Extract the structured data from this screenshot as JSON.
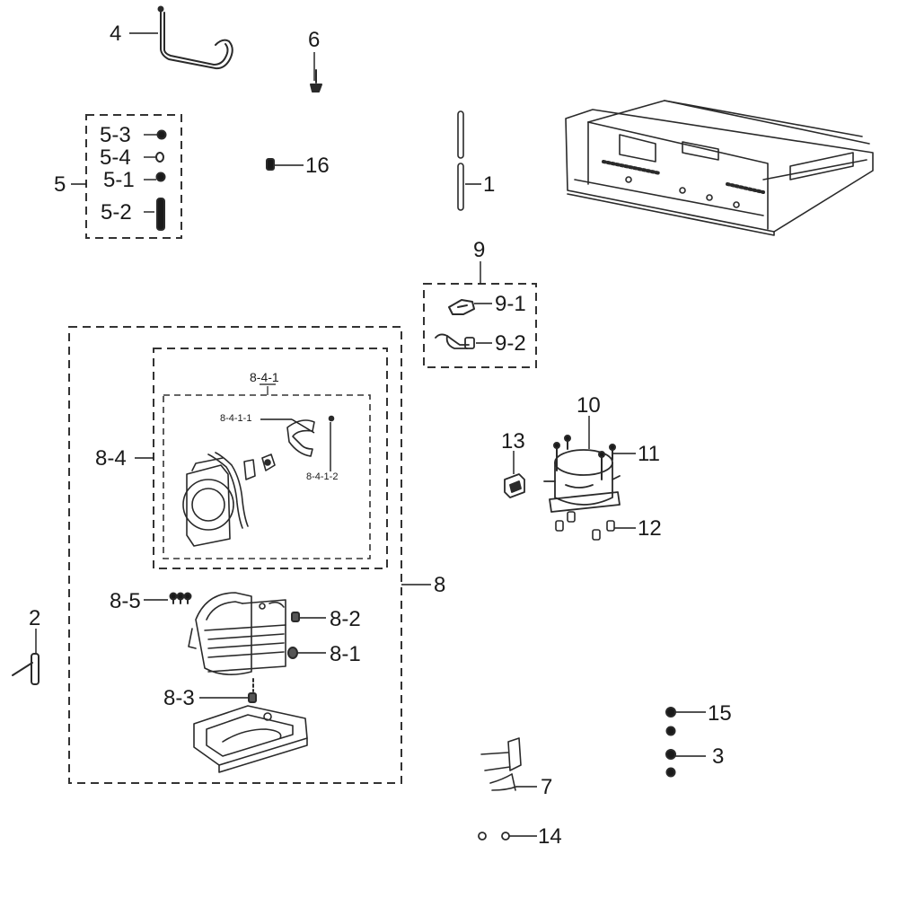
{
  "diagram": {
    "labels": {
      "p1": "1",
      "p2": "2",
      "p3": "3",
      "p4": "4",
      "p5": "5",
      "p5_1": "5-1",
      "p5_2": "5-2",
      "p5_3": "5-3",
      "p5_4": "5-4",
      "p6": "6",
      "p7": "7",
      "p8": "8",
      "p8_1": "8-1",
      "p8_2": "8-2",
      "p8_3": "8-3",
      "p8_4": "8-4",
      "p8_5": "8-5",
      "p8_4_1": "8-4-1",
      "p8_4_1_1": "8-4-1-1",
      "p8_4_1_2": "8-4-1-2",
      "p9": "9",
      "p9_1": "9-1",
      "p9_2": "9-2",
      "p10": "10",
      "p11": "11",
      "p12": "12",
      "p13": "13",
      "p14": "14",
      "p15": "15",
      "p16": "16"
    },
    "colors": {
      "ink": "#1a1a1a",
      "part_stroke": "#3a3a3a",
      "part_fill": "#ffffff",
      "dash": "#333333"
    }
  }
}
